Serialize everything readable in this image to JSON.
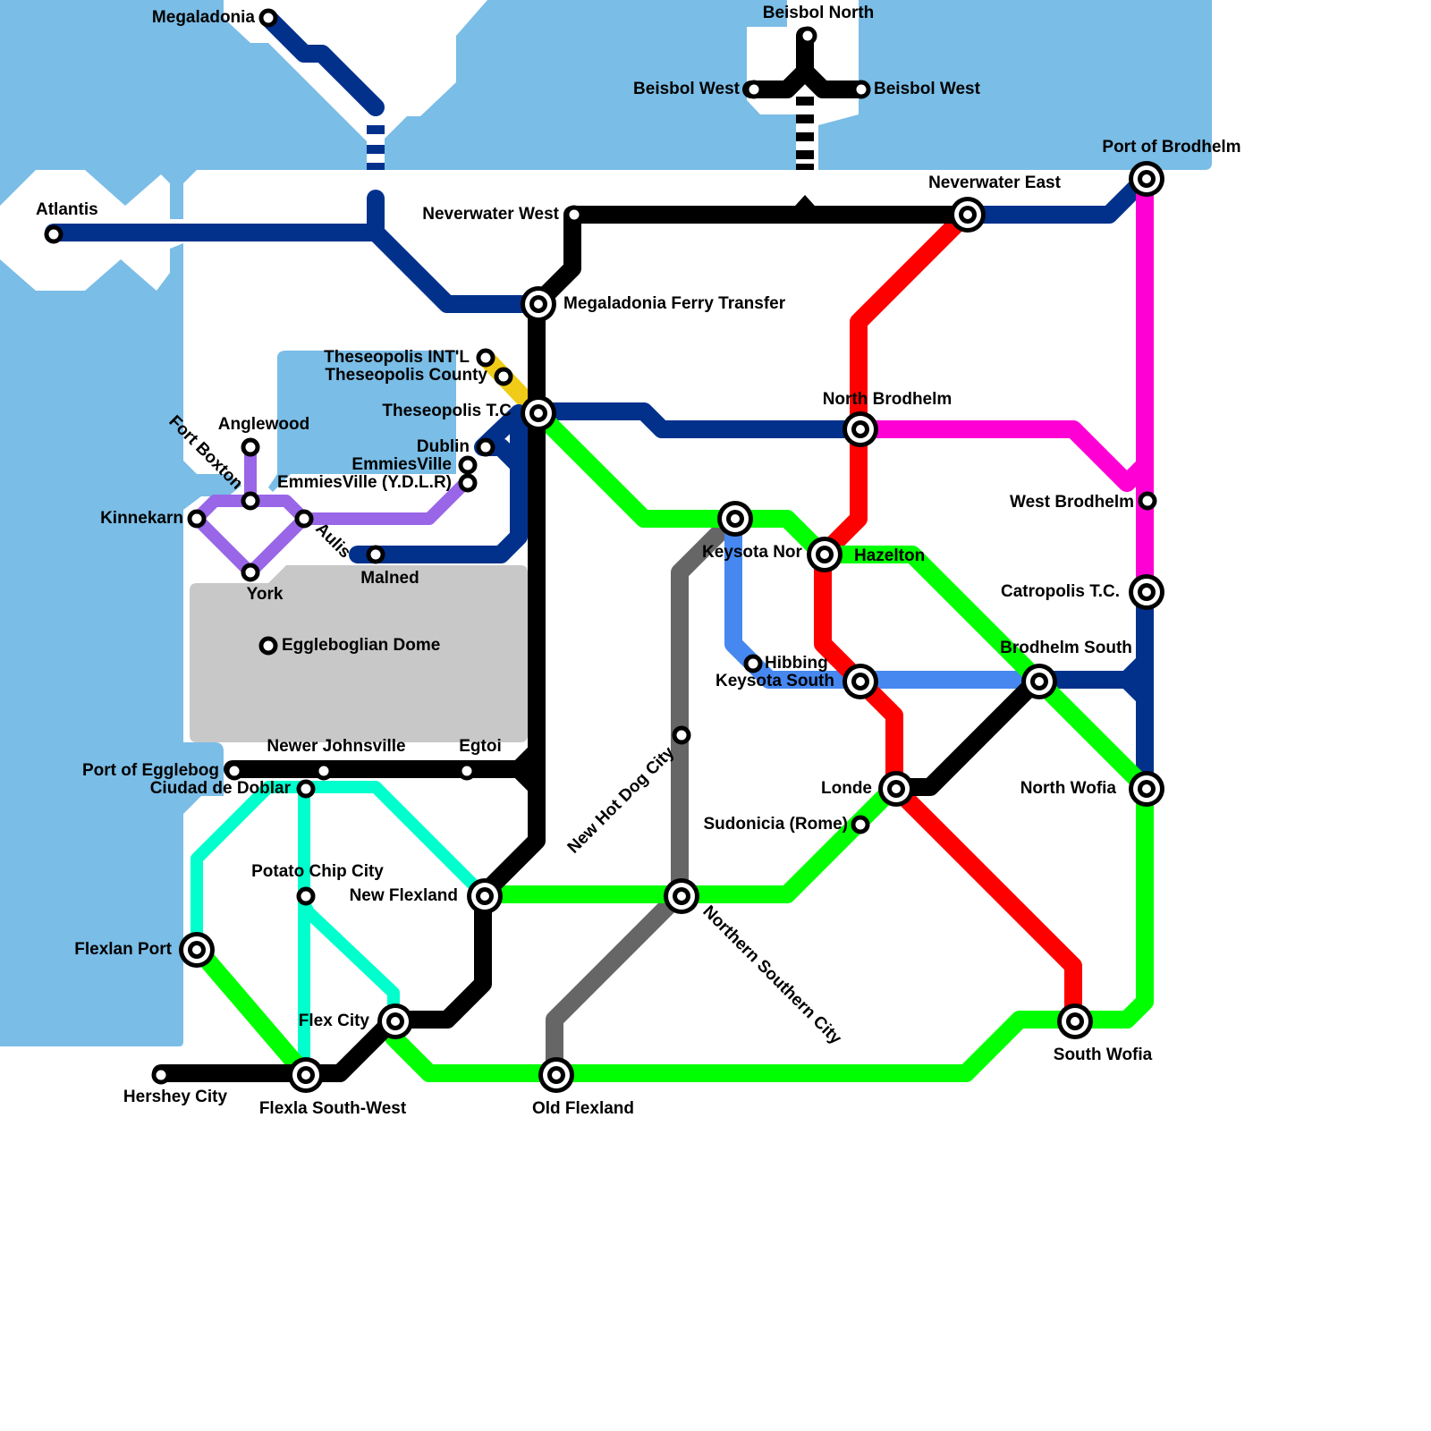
{
  "map": {
    "title": "Metro Map",
    "colors": {
      "water": "#7abde6",
      "dome": "#c8c8c8",
      "navy": "#02318c",
      "black": "#000000",
      "green": "#00ff00",
      "red": "#ff0000",
      "magenta": "#ff00d4",
      "purple": "#9966e8",
      "cyan": "#00ffcc",
      "lightblue": "#4688f0",
      "grey": "#666666",
      "yellow": "#f0cc18"
    }
  },
  "lines": [
    {
      "id": "navy-line",
      "color": "navy"
    },
    {
      "id": "black-line",
      "color": "black"
    },
    {
      "id": "green-line",
      "color": "green"
    },
    {
      "id": "red-line",
      "color": "red"
    },
    {
      "id": "magenta-line",
      "color": "magenta"
    },
    {
      "id": "purple-line",
      "color": "purple"
    },
    {
      "id": "cyan-line",
      "color": "cyan"
    },
    {
      "id": "lightblue-line",
      "color": "lightblue"
    },
    {
      "id": "grey-line",
      "color": "grey"
    },
    {
      "id": "yellow-line",
      "color": "yellow"
    }
  ],
  "stations": {
    "megaladonia": "Megaladonia",
    "atlantis": "Atlantis",
    "beisbol_north": "Beisbol North",
    "beisbol_west_1": "Beisbol West",
    "beisbol_west_2": "Beisbol West",
    "neverwater_west": "Neverwater West",
    "neverwater_east": "Neverwater East",
    "port_of_brodhelm": "Port of Brodhelm",
    "megaladonia_ferry": "Megaladonia Ferry Transfer",
    "theseopolis_intl": "Theseopolis INT'L",
    "theseopolis_county": "Theseopolis County",
    "theseopolis_tc": "Theseopolis T.C",
    "dublin": "Dublin",
    "emmiesville": "EmmiesVille",
    "emmiesville_ydlr": "EmmiesVille (Y.D.L.R)",
    "anglewood": "Anglewood",
    "fort_boxton": "Fort Boxton",
    "kinnekarn": "Kinnekarn",
    "aulis": "Aulis",
    "york": "York",
    "malned": "Malned",
    "eggleboglian_dome": "Eggleboglian Dome",
    "north_brodhelm": "North Brodhelm",
    "west_brodhelm": "West Brodhelm",
    "catropolis_tc": "Catropolis T.C.",
    "keysota_north": "Keysota Nor",
    "hazelton": "Hazelton",
    "hibbing": "Hibbing",
    "keysota_south": "Keysota South",
    "brodhelm_south": "Brodhelm South",
    "north_wofia": "North Wofia",
    "londe": "Londe",
    "sudonicia": "Sudonicia (Rome)",
    "new_hot_dog_city": "New Hot Dog City",
    "northern_southern_city": "Northern Southern City",
    "port_of_egglebog": "Port of Egglebog",
    "newer_johnsville": "Newer Johnsville",
    "egtoi": "Egtoi",
    "ciudad_de_doblar": "Ciudad de Doblar",
    "potato_chip_city": "Potato Chip City",
    "new_flexland": "New Flexland",
    "flexlan_port": "Flexlan Port",
    "flex_city": "Flex City",
    "hershey_city": "Hershey City",
    "flexla_south_west": "Flexla South-West",
    "old_flexland": "Old Flexland",
    "south_wofia": "South Wofia"
  }
}
